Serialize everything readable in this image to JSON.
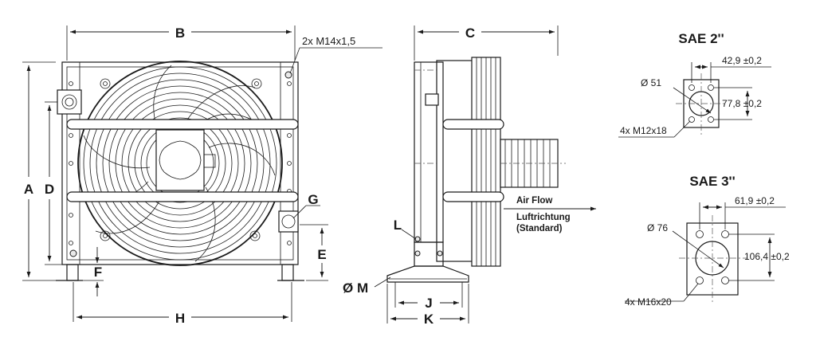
{
  "dimensions": {
    "A": "A",
    "B": "B",
    "C": "C",
    "D": "D",
    "E": "E",
    "F": "F",
    "G": "G",
    "H": "H",
    "J": "J",
    "K": "K",
    "L": "L",
    "M": "Ø M"
  },
  "thread_note": "2x M14x1,5",
  "airflow": {
    "line1": "Air Flow",
    "line2": "Luftrichtung",
    "line3": "(Standard)"
  },
  "sae2": {
    "title": "SAE 2''",
    "diameter": "Ø  51",
    "horizontal": "42,9 ±0,2",
    "vertical": "77,8 ±0,2",
    "bolts": "4x M12x18"
  },
  "sae3": {
    "title": "SAE 3''",
    "diameter": "Ø  76",
    "horizontal": "61,9 ±0,2",
    "vertical": "106,4 ±0,2",
    "bolts": "4x M16x20"
  }
}
